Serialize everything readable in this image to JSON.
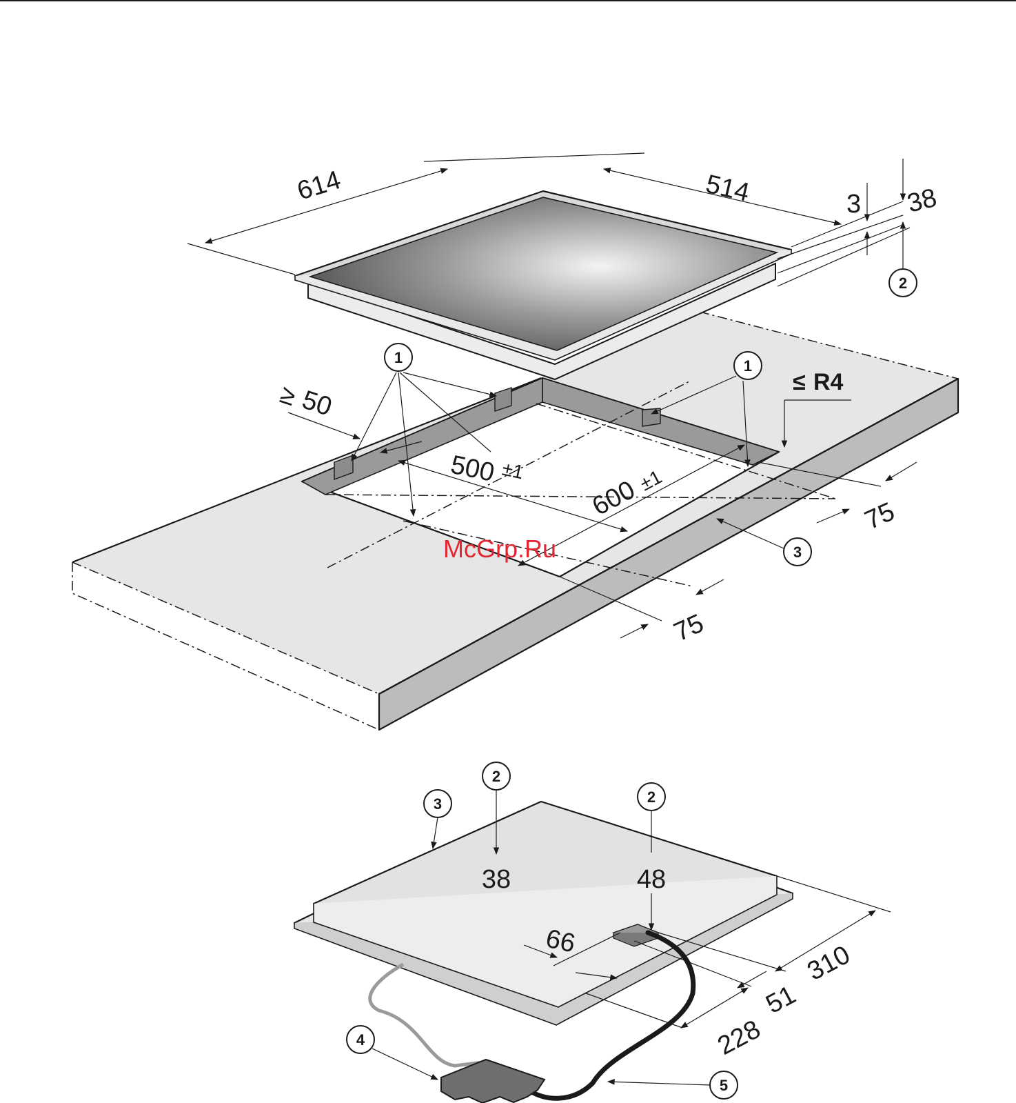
{
  "diagram": {
    "top_view": {
      "hob_width": "614",
      "hob_depth": "514",
      "glass_thickness": "3",
      "installation_height": "38",
      "min_wall_distance": "50",
      "cutout_depth": "500",
      "cutout_depth_tol": "±1",
      "cutout_width": "600",
      "cutout_width_tol": "±1",
      "corner_radius": "R4",
      "side_clearance_right": "75",
      "side_clearance_front": "75"
    },
    "bottom_view": {
      "depth_left": "38",
      "depth_right": "48",
      "connector_offset": "66",
      "dim_228": "228",
      "dim_51": "51",
      "dim_310": "310"
    },
    "callouts": {
      "c1_left": "1",
      "c1_right": "1",
      "c2_top": "2",
      "c2_bottom_left": "2",
      "c2_bottom_right": "2",
      "c3_top": "3",
      "c3_bottom": "3",
      "c4": "4",
      "c5": "5"
    },
    "watermark": "McGrp.Ru",
    "colors": {
      "line": "#1a1a1a",
      "worktop_fill": "#e6e6e6",
      "edge_fill": "#bcbcbc",
      "watermark": "#e3262f"
    }
  }
}
